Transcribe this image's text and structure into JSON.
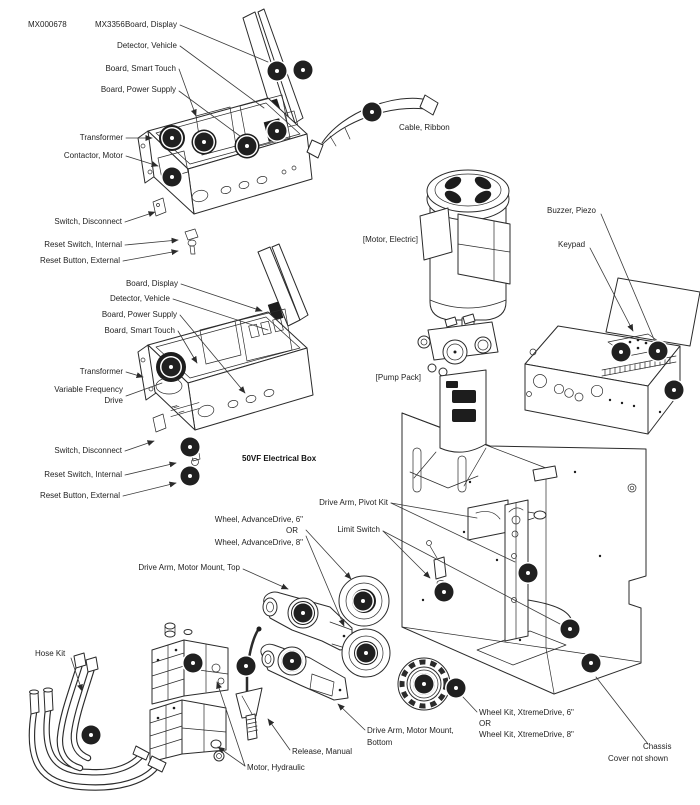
{
  "box1": {
    "part_number_1": "MX000678",
    "part_number_2": "MX3356",
    "board_display": "Board, Display",
    "detector_vehicle": "Detector, Vehicle",
    "board_smart_touch": "Board, Smart Touch",
    "board_power_supply": "Board, Power Supply",
    "transformer": "Transformer",
    "contactor_motor": "Contactor, Motor",
    "switch_disconnect": "Switch, Disconnect",
    "reset_switch_internal": "Reset Switch, Internal",
    "reset_button_external": "Reset Button, External"
  },
  "box2": {
    "board_display": "Board, Display",
    "detector_vehicle": "Detector, Vehicle",
    "board_power_supply": "Board, Power Supply",
    "board_smart_touch": "Board, Smart Touch",
    "transformer": "Transformer",
    "variable_frequency": "Variable Frequency",
    "drive": "Drive",
    "switch_disconnect": "Switch, Disconnect",
    "caption": "50VF Electrical Box",
    "reset_switch_internal": "Reset Switch, Internal",
    "reset_button_external": "Reset Button, External"
  },
  "parts": {
    "cable_ribbon": "Cable, Ribbon",
    "motor_electric": "[Motor, Electric]",
    "buzzer_piezo": "Buzzer, Piezo",
    "keypad": "Keypad",
    "pump_pack": "[Pump Pack]",
    "drive_arm_pivot_kit": "Drive Arm, Pivot Kit",
    "wheel_advancedrive_6": "Wheel, AdvanceDrive, 6\"",
    "or_1": "OR",
    "wheel_advancedrive_8": "Wheel, AdvanceDrive, 8\"",
    "limit_switch": "Limit Switch",
    "drive_arm_motor_mount_top": "Drive Arm, Motor Mount, Top",
    "drive_arm_motor_mount_bottom_1": "Drive Arm, Motor Mount,",
    "drive_arm_motor_mount_bottom_2": "Bottom",
    "release_manual": "Release, Manual",
    "motor_hydraulic": "Motor, Hydraulic",
    "hose_kit": "Hose Kit",
    "wheel_kit_xtremedrive_6": "Wheel Kit, XtremeDrive, 6\"",
    "or_2": "OR",
    "wheel_kit_xtremedrive_8": "Wheel Kit, XtremeDrive, 8\"",
    "chassis": "Chassis",
    "cover_not_shown": "Cover not shown"
  }
}
